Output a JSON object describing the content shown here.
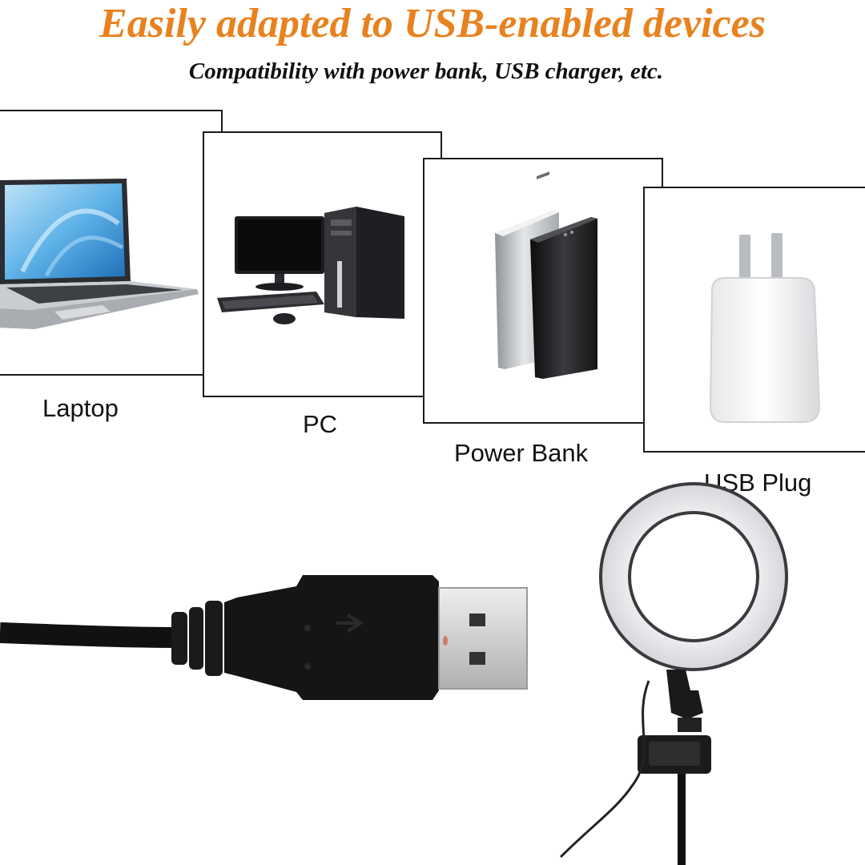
{
  "header": {
    "title": "Easily adapted to USB-enabled devices",
    "subtitle": "Compatibility with  power bank, USB charger, etc."
  },
  "devices": [
    {
      "label": "Laptop",
      "icon": "laptop-icon"
    },
    {
      "label": "PC",
      "icon": "desktop-pc-icon"
    },
    {
      "label": "Power Bank",
      "icon": "power-bank-icon"
    },
    {
      "label": "USB Plug",
      "icon": "usb-wall-adapter-icon"
    }
  ],
  "colors": {
    "headline": "#e8821f",
    "text": "#111111",
    "card_border": "#1a1a1a"
  }
}
